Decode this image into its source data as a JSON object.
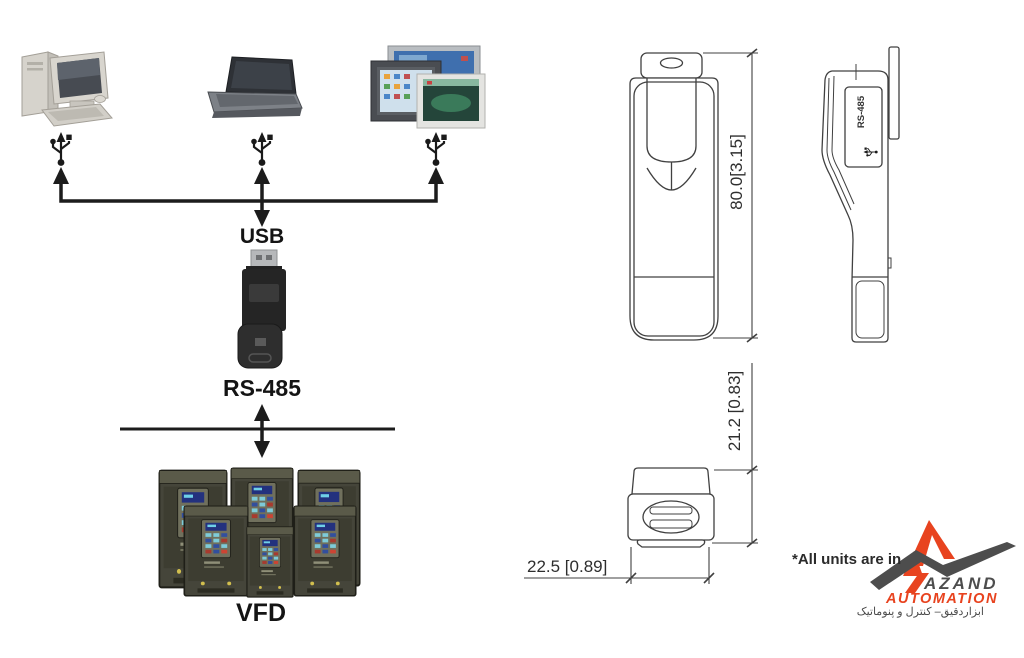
{
  "connectivity": {
    "labels": {
      "bus": "USB",
      "converter": "RS-485",
      "drives": "VFD"
    },
    "host_devices": [
      "desktop-pc",
      "laptop",
      "hmi-panels"
    ],
    "side_view_label": "RS-485"
  },
  "dimensions": {
    "height": "80.0[3.15]",
    "depth": "21.2 [0.83]",
    "width": "22.5 [0.89]",
    "units_note": "*All units are in"
  },
  "logo": {
    "name": "AZAND",
    "subtitle": "AUTOMATION",
    "tagline": "ابزاردقیق– کنترل و پنوماتیک",
    "colors": {
      "orange": "#E8431F",
      "gray": "#4D4D4D"
    }
  }
}
